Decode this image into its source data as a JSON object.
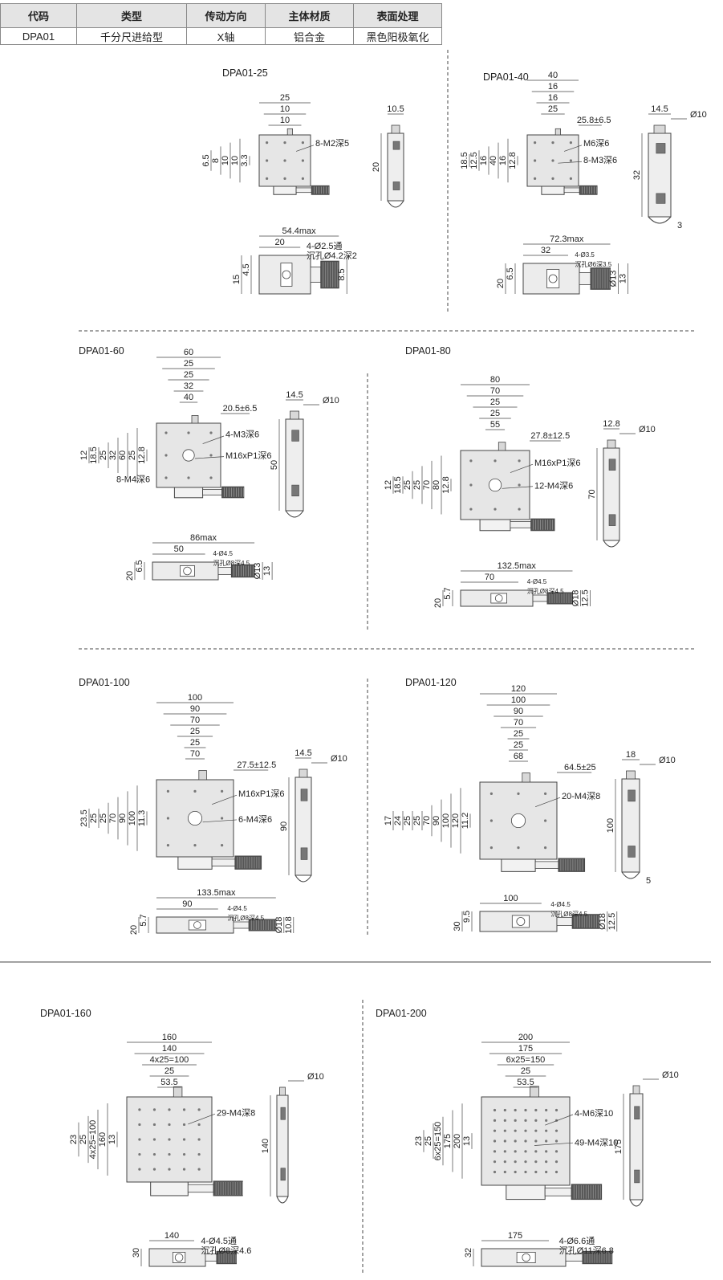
{
  "spec_table": {
    "headers": [
      "代码",
      "类型",
      "传动方向",
      "主体材质",
      "表面处理"
    ],
    "row": [
      "DPA01",
      "千分尺进给型",
      "X轴",
      "铝合金",
      "黑色阳极氧化"
    ]
  },
  "models": [
    {
      "id": "dpa01-25",
      "label": "DPA01-25",
      "top_dims": [
        "25",
        "10",
        "10"
      ],
      "left_dims": [
        "3.3",
        "10",
        "10",
        "8",
        "6.5"
      ],
      "hole_note": "8-M2深5",
      "side_dims": [
        "10.5",
        "20"
      ],
      "front_dims": [
        "54.4max",
        "20"
      ],
      "front_left": [
        "4.5",
        "15"
      ],
      "front_right": [
        "8.5"
      ],
      "mount_note": [
        "4-Ø2.5通",
        "沉孔Ø4.2深2"
      ]
    },
    {
      "id": "dpa01-40",
      "label": "DPA01-40",
      "top_dims": [
        "40",
        "16",
        "16",
        "25",
        "25.8±6.5"
      ],
      "left_dims": [
        "12.8",
        "16",
        "40",
        "16",
        "12.5",
        "18.5"
      ],
      "hole_note": "M6深6",
      "hole_note2": "8-M3深6",
      "side_dims": [
        "14.5",
        "Ø10",
        "32",
        "3"
      ],
      "front_dims": [
        "72.3max",
        "32"
      ],
      "front_left": [
        "6.5",
        "20"
      ],
      "front_right": [
        "Ø13",
        "13"
      ],
      "mount_note": [
        "4-Ø3.5",
        "沉孔Ø6深3.5"
      ]
    },
    {
      "id": "dpa01-60",
      "label": "DPA01-60",
      "top_dims": [
        "60",
        "25",
        "25",
        "32",
        "40",
        "20.5±6.5"
      ],
      "left_dims": [
        "12.8",
        "25",
        "60",
        "32",
        "25",
        "18.5",
        "12"
      ],
      "hole_note": "4-M3深6",
      "hole_note2": "M16xP1深6",
      "hole_note3": "8-M4深6",
      "side_dims": [
        "14.5",
        "Ø10",
        "50"
      ],
      "front_dims": [
        "86max",
        "50"
      ],
      "front_left": [
        "6.5",
        "20"
      ],
      "front_right": [
        "Ø13",
        "13"
      ],
      "mount_note": [
        "4-Ø4.5",
        "沉孔Ø8深4.5"
      ]
    },
    {
      "id": "dpa01-80",
      "label": "DPA01-80",
      "top_dims": [
        "80",
        "70",
        "25",
        "25",
        "55",
        "27.8±12.5"
      ],
      "left_dims": [
        "12.8",
        "80",
        "70",
        "25",
        "25",
        "18.5",
        "12"
      ],
      "hole_note": "M16xP1深6",
      "hole_note2": "12-M4深6",
      "side_dims": [
        "12.8",
        "Ø10",
        "70"
      ],
      "front_dims": [
        "132.5max",
        "70"
      ],
      "front_left": [
        "5.7",
        "20"
      ],
      "front_right": [
        "Ø18",
        "12.5"
      ],
      "mount_note": [
        "4-Ø4.5",
        "沉孔Ø8深4.5"
      ]
    },
    {
      "id": "dpa01-100",
      "label": "DPA01-100",
      "top_dims": [
        "100",
        "90",
        "70",
        "25",
        "25",
        "70",
        "27.5±12.5"
      ],
      "left_dims": [
        "11.3",
        "100",
        "90",
        "70",
        "25",
        "25",
        "23.5"
      ],
      "hole_note": "M16xP1深6",
      "hole_note2": "6-M4深6",
      "side_dims": [
        "14.5",
        "Ø10",
        "90"
      ],
      "front_dims": [
        "133.5max",
        "90"
      ],
      "front_left": [
        "5.7",
        "20"
      ],
      "front_right": [
        "Ø18",
        "10.8"
      ],
      "mount_note": [
        "4-Ø4.5",
        "沉孔Ø8深4.5"
      ]
    },
    {
      "id": "dpa01-120",
      "label": "DPA01-120",
      "top_dims": [
        "120",
        "100",
        "90",
        "70",
        "25",
        "25",
        "68",
        "64.5±25"
      ],
      "left_dims": [
        "11.2",
        "120",
        "100",
        "90",
        "70",
        "25",
        "25",
        "24",
        "17"
      ],
      "hole_note": "20-M4深8",
      "side_dims": [
        "18",
        "Ø10",
        "100",
        "5"
      ],
      "front_dims": [
        "100"
      ],
      "front_left": [
        "9.5",
        "30"
      ],
      "front_right": [
        "Ø18",
        "12.5"
      ],
      "mount_note": [
        "4-Ø4.5",
        "沉孔Ø8深4.5"
      ]
    },
    {
      "id": "dpa01-160",
      "label": "DPA01-160",
      "top_dims": [
        "160",
        "140",
        "4x25=100",
        "25",
        "53.5"
      ],
      "left_dims": [
        "13",
        "160",
        "4x25=100",
        "25",
        "23"
      ],
      "hole_note": "29-M4深8",
      "side_dims": [
        "Ø10",
        "140"
      ],
      "front_dims": [
        "140"
      ],
      "front_left": [
        "30"
      ],
      "front_right": [],
      "mount_note": [
        "4-Ø4.5通",
        "沉孔Ø8深4.6"
      ]
    },
    {
      "id": "dpa01-200",
      "label": "DPA01-200",
      "top_dims": [
        "200",
        "175",
        "6x25=150",
        "25",
        "53.5"
      ],
      "left_dims": [
        "13",
        "200",
        "175",
        "6x25=150",
        "25",
        "23"
      ],
      "hole_note": "4-M6深10",
      "hole_note2": "49-M4深10",
      "side_dims": [
        "Ø10",
        "175"
      ],
      "front_dims": [
        "175"
      ],
      "front_left": [
        "32"
      ],
      "front_right": [],
      "mount_note": [
        "4-Ø6.6通",
        "沉孔Ø11深6.8"
      ]
    }
  ],
  "colors": {
    "line": "#444444",
    "body": "#e6e6e6",
    "knob": "#555555",
    "divider": "#9a9a9a"
  }
}
